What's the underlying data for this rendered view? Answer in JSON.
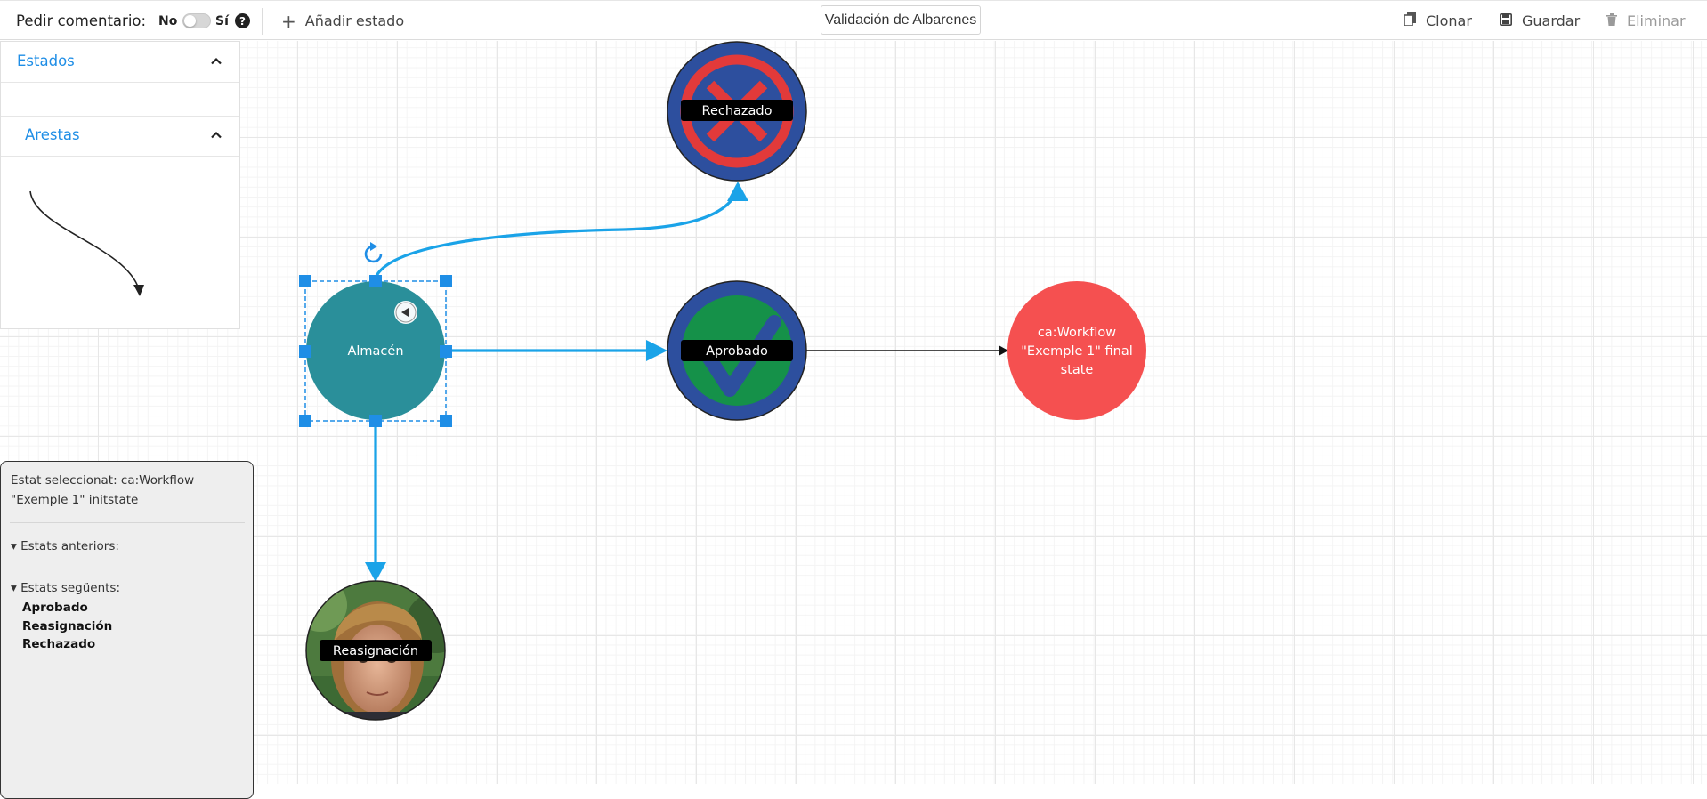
{
  "toolbar": {
    "comment_label": "Pedir comentario:",
    "toggle_no": "No",
    "toggle_yes": "Sí",
    "help": "?",
    "add_state": "Añadir estado",
    "workflow_name": "Validación de Albarenes",
    "clone": "Clonar",
    "save": "Guardar",
    "delete": "Eliminar"
  },
  "palette": {
    "states_title": "Estados",
    "edges_title": "Arestas"
  },
  "graph": {
    "nodes": {
      "almacen": "Almacén",
      "rechazado": "Rechazado",
      "aprobado": "Aprobado",
      "reasignacion": "Reasignación",
      "final_l1": "ca:Workflow",
      "final_l2": "\"Exemple 1\" final",
      "final_l3": "state"
    }
  },
  "info": {
    "selected": "Estat seleccionat: ca:Workflow \"Exemple 1\" initstate",
    "previous": "▾ Estats anteriors:",
    "next": "▾ Estats següents:",
    "next_items": [
      "Aprobado",
      "Reasignación",
      "Rechazado"
    ]
  },
  "colors": {
    "accent": "#1f8ee6",
    "edge": "#1aa3e8",
    "node_almacen": "#2a8f9a",
    "node_final": "#f55050",
    "node_ring": "#2d4f9e"
  }
}
